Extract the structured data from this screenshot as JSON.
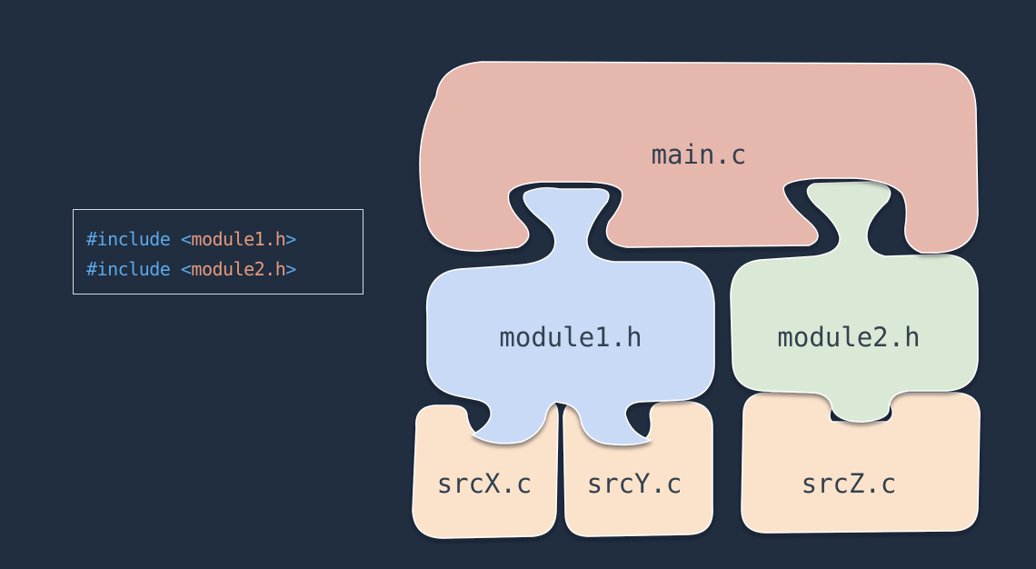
{
  "code": {
    "lines": [
      {
        "keyword": "#include",
        "open": "<",
        "header": "module1.h",
        "close": ">"
      },
      {
        "keyword": "#include",
        "open": "<",
        "header": "module2.h",
        "close": ">"
      }
    ]
  },
  "diagram": {
    "nodes": {
      "main": {
        "label": "main.c",
        "color": "#e6b7ad"
      },
      "module1": {
        "label": "module1.h",
        "color": "#c9daf6"
      },
      "module2": {
        "label": "module2.h",
        "color": "#d9e9d5"
      },
      "srcX": {
        "label": "srcX.c",
        "color": "#fbe3cb"
      },
      "srcY": {
        "label": "srcY.c",
        "color": "#fbe3cb"
      },
      "srcZ": {
        "label": "srcZ.c",
        "color": "#fbe3cb"
      }
    }
  }
}
